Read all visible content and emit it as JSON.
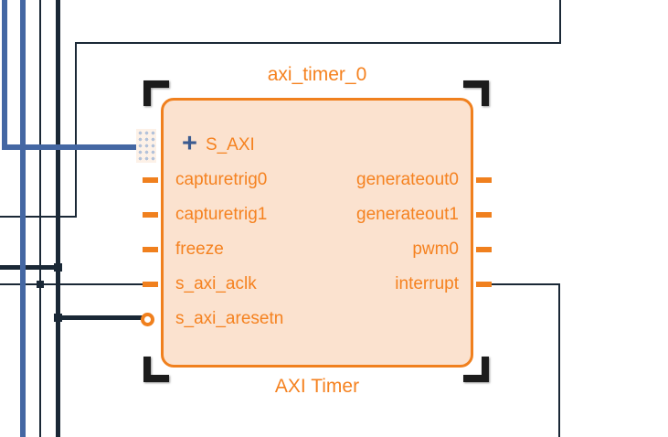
{
  "block": {
    "instance_name": "axi_timer_0",
    "ip_type_label": "AXI Timer",
    "selected": true,
    "interface_port": {
      "name": "S_AXI",
      "expander": "+"
    },
    "left_ports": [
      "capturetrig0",
      "capturetrig1",
      "freeze",
      "s_axi_aclk",
      "s_axi_aresetn"
    ],
    "right_ports": [
      "generateout0",
      "generateout1",
      "pwm0",
      "interrupt"
    ]
  },
  "colors": {
    "block_border": "#f0801e",
    "block_fill": "#fbe2cf",
    "port_text": "#f58220",
    "interface_expander": "#3b5b90",
    "interface_wire": "#4467a3",
    "signal_wire": "#1a2836",
    "selection_bracket": "#1c1c1c",
    "hatch_pin": "#b3c2da",
    "canvas_bg": "#ffffff"
  }
}
